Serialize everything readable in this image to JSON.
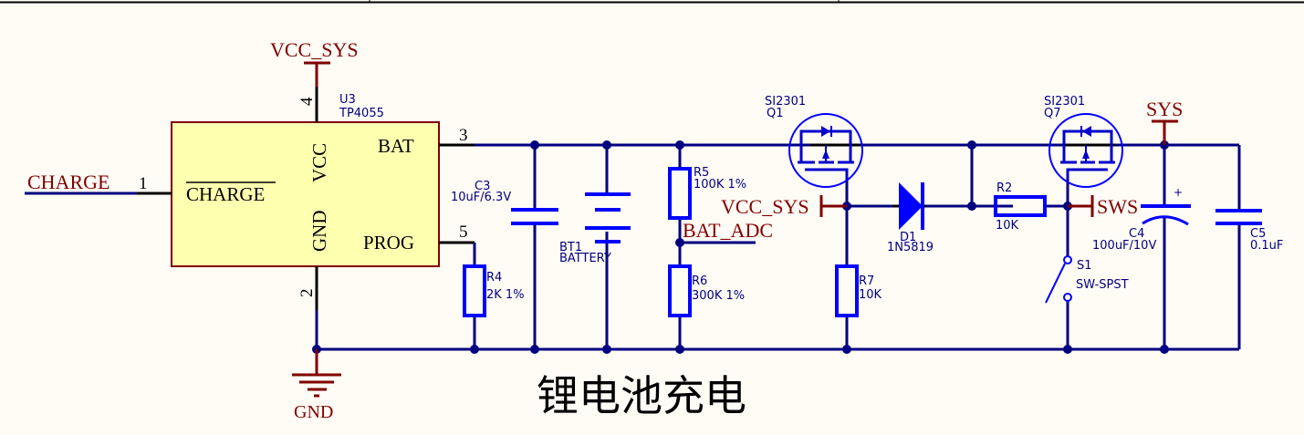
{
  "schematic": {
    "title": "锂电池充电",
    "colors": {
      "wire": "#000080",
      "pin": "#000000",
      "component": "#0000ff",
      "net_label": "#800000",
      "ic_fill": "#ffffb0",
      "ic_border": "#800000",
      "background": "#fffbf5"
    },
    "ic": {
      "designator": "U3",
      "part": "TP4055",
      "pins": [
        {
          "number": "1",
          "name": "CHARGE",
          "overbar": true
        },
        {
          "number": "2",
          "name": "GND"
        },
        {
          "number": "3",
          "name": "BAT"
        },
        {
          "number": "4",
          "name": "VCC"
        },
        {
          "number": "5",
          "name": "PROG"
        }
      ]
    },
    "net_labels": {
      "vcc_sys_top": "VCC_SYS",
      "charge": "CHARGE",
      "bat_adc": "BAT_ADC",
      "vcc_sys_mid": "VCC_SYS",
      "sws": "SWS",
      "sys": "SYS",
      "gnd": "GND"
    },
    "components": {
      "c3": {
        "designator": "C3",
        "value": "10uF/6.3V"
      },
      "bt1": {
        "designator": "BT1",
        "value": "BATTERY"
      },
      "r4": {
        "designator": "R4",
        "value": "2K 1%"
      },
      "r5": {
        "designator": "R5",
        "value": "100K 1%"
      },
      "r6": {
        "designator": "R6",
        "value": "300K 1%"
      },
      "q1": {
        "designator": "Q1",
        "value": "SI2301"
      },
      "d1": {
        "designator": "D1",
        "value": "1N5819"
      },
      "r7": {
        "designator": "R7",
        "value": "10K"
      },
      "r2": {
        "designator": "R2",
        "value": "10K"
      },
      "q7": {
        "designator": "Q7",
        "value": "SI2301"
      },
      "s1": {
        "designator": "S1",
        "value": "SW-SPST"
      },
      "c4": {
        "designator": "C4",
        "value": "100uF/10V",
        "polarity": "+"
      },
      "c5": {
        "designator": "C5",
        "value": "0.1uF"
      }
    }
  }
}
